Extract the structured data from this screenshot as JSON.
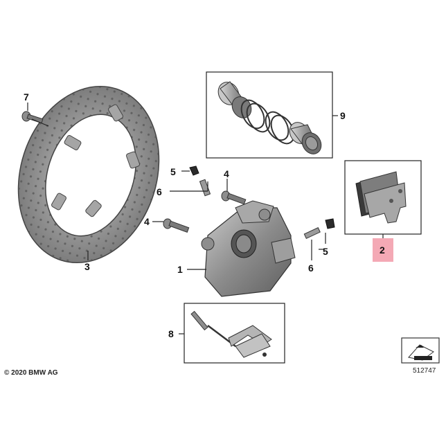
{
  "callouts": {
    "c1": "1",
    "c2": "2",
    "c3": "3",
    "c4a": "4",
    "c4b": "4",
    "c5a": "5",
    "c5b": "5",
    "c6a": "6",
    "c6b": "6",
    "c7": "7",
    "c8": "8",
    "c9": "9"
  },
  "highlight_color": "#f4a9b5",
  "footer": {
    "copyright": "© 2020 BMW AG",
    "diagram_number": "512747"
  }
}
